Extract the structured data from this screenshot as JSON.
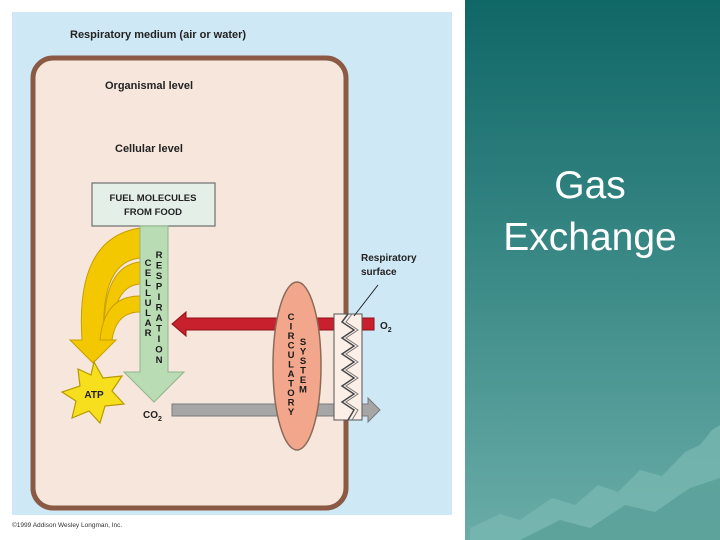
{
  "slide": {
    "title_line1": "Gas",
    "title_line2": "Exchange"
  },
  "diagram": {
    "respiratory_medium": "Respiratory medium (air or water)",
    "organismal_level": "Organismal level",
    "cellular_level": "Cellular level",
    "fuel_line1": "Fuel molecules",
    "fuel_line2": "from food",
    "cellular": [
      "C",
      "E",
      "L",
      "L",
      "U",
      "L",
      "A",
      "R"
    ],
    "respiration": [
      "R",
      "E",
      "S",
      "P",
      "I",
      "R",
      "A",
      "T",
      "I",
      "O",
      "N"
    ],
    "circulatory": [
      "C",
      "I",
      "R",
      "C",
      "U",
      "L",
      "A",
      "T",
      "O",
      "R",
      "Y"
    ],
    "system": [
      "S",
      "Y",
      "S",
      "T",
      "E",
      "M"
    ],
    "atp": "ATP",
    "o2": "O",
    "o2_sub": "2",
    "co2": "CO",
    "co2_sub": "2",
    "resp_surface_line1": "Respiratory",
    "resp_surface_line2": "surface",
    "copyright": "©1999 Addison Wesley Longman, Inc."
  },
  "colors": {
    "medium_bg": "#cfe8f5",
    "organism_fill": "#f7e6dc",
    "organism_border": "#8a5a44",
    "fuel_box": "#e4efe8",
    "respiration_arrow": "#b9dcb4",
    "cellular_arrows": "#f3c800",
    "atp_star": "#f7df1e",
    "oxygen_arrow": "#c8202c",
    "co2_arrow": "#a6a6a6",
    "circulatory_ellipse": "#f2a78c",
    "teal_dark": "#0f6766",
    "teal_light": "#5aa6a0"
  }
}
